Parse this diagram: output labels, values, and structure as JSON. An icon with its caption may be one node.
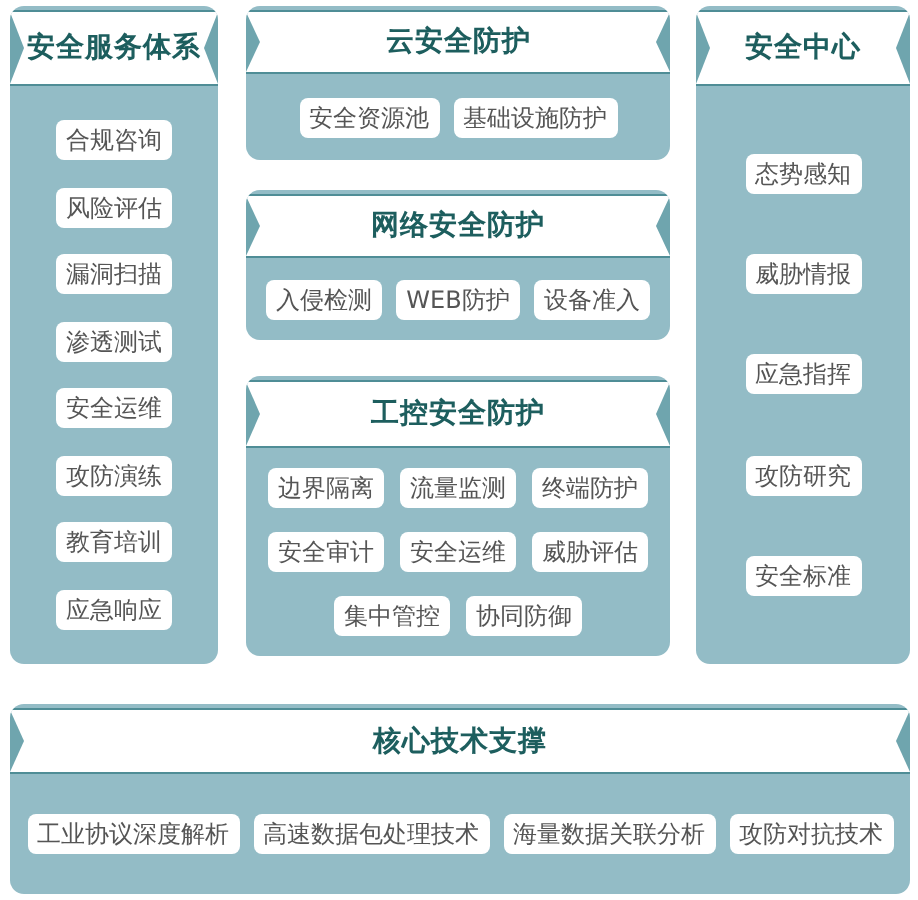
{
  "diagram": {
    "nodes": [
      {
        "text": [
          "安全服务体系"
        ]
      },
      {
        "text": [
          "合规咨询"
        ],
        "in": 0
      },
      {
        "text": [
          "风险评估"
        ],
        "in": 0
      },
      {
        "text": [
          "漏洞扫描"
        ],
        "in": 0
      },
      {
        "text": [
          "渗透测试"
        ],
        "in": 0
      },
      {
        "text": [
          "安全运维"
        ],
        "in": 0
      },
      {
        "text": [
          "攻防演练"
        ],
        "in": 0
      },
      {
        "text": [
          "教育培训"
        ],
        "in": 0
      },
      {
        "text": [
          "应急响应"
        ],
        "in": 0
      },
      {
        "text": [
          "云安全防护"
        ]
      },
      {
        "text": [
          "安全资源池"
        ],
        "in": 9
      },
      {
        "text": [
          "基础设施防护"
        ],
        "in": 9
      },
      {
        "text": [
          "安全中心"
        ]
      },
      {
        "text": [
          "态势感知"
        ],
        "in": 12
      },
      {
        "text": [
          "威胁情报"
        ],
        "in": 12
      },
      {
        "text": [
          "应急指挥"
        ],
        "in": 12
      },
      {
        "text": [
          "攻防研究"
        ],
        "in": 12
      },
      {
        "text": [
          "安全标准"
        ],
        "in": 12
      },
      {
        "text": [
          "网络安全防护"
        ]
      },
      {
        "text": [
          "入侵检测"
        ],
        "in": 18
      },
      {
        "text": [
          "WEB防护"
        ],
        "in": 18
      },
      {
        "text": [
          "设备准入"
        ],
        "in": 18
      },
      {
        "text": [
          "工控安全防护"
        ]
      },
      {
        "text": [
          "边界隔离"
        ],
        "in": 22
      },
      {
        "text": [
          "流量监测"
        ],
        "in": 22
      },
      {
        "text": [
          "终端防护"
        ],
        "in": 22
      },
      {
        "text": [
          "安全审计"
        ],
        "in": 22
      },
      {
        "text": [
          "安全运维"
        ],
        "in": 22
      },
      {
        "text": [
          "威胁评估"
        ],
        "in": 22
      },
      {
        "text": [
          "集中管控"
        ],
        "in": 22
      },
      {
        "text": [
          "协同防御"
        ],
        "in": 22
      },
      {
        "text": [
          "核心技术支撑"
        ]
      },
      {
        "text": [
          "工业协议深度解析"
        ],
        "in": 31
      },
      {
        "text": [
          "高速数据包处理技术"
        ],
        "in": 31
      },
      {
        "text": [
          "海量数据关联分析"
        ],
        "in": 31
      },
      {
        "text": [
          "攻防对抗技术"
        ],
        "in": 31
      }
    ]
  }
}
